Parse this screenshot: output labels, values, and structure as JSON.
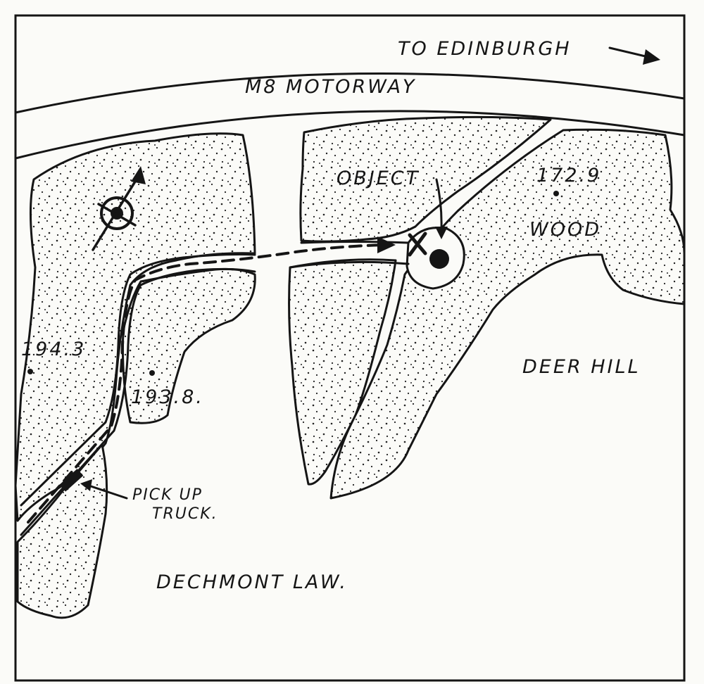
{
  "labels": {
    "to_edinburgh": "TO EDINBURGH",
    "motorway": "M8 MOTORWAY",
    "object": "OBJECT",
    "wood": "WOOD",
    "deer_hill": "DEER HILL",
    "pick_up_truck_line1": "PICK UP",
    "pick_up_truck_line2": "TRUCK.",
    "dechmont_law": "DECHMONT LAW."
  },
  "spot_heights": {
    "a": "194.3",
    "b": "193.8.",
    "c": "172.9"
  },
  "icons": [
    "north-arrow-icon",
    "object-marker-icon",
    "x-marker-icon",
    "pick-up-truck-icon"
  ],
  "colors": {
    "ink": "#151515",
    "paper": "#fbfbf8"
  }
}
